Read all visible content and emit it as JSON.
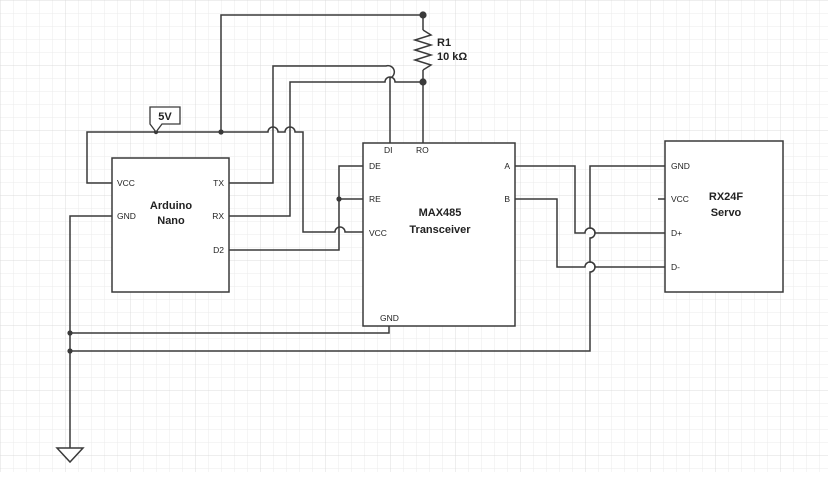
{
  "power_label": "5V",
  "resistor": {
    "ref": "R1",
    "value": "10 kΩ"
  },
  "arduino": {
    "title_line1": "Arduino",
    "title_line2": "Nano",
    "pins": {
      "vcc": "VCC",
      "gnd": "GND",
      "tx": "TX",
      "rx": "RX",
      "d2": "D2"
    }
  },
  "max485": {
    "title_line1": "MAX485",
    "title_line2": "Transceiver",
    "pins": {
      "di": "DI",
      "ro": "RO",
      "de": "DE",
      "re": "RE",
      "vcc": "VCC",
      "gnd": "GND",
      "a": "A",
      "b": "B"
    }
  },
  "servo": {
    "title_line1": "RX24F",
    "title_line2": "Servo",
    "pins": {
      "gnd": "GND",
      "vcc": "VCC",
      "dplus": "D+",
      "dminus": "D-"
    }
  },
  "colors": {
    "wire": "#3a3a3a",
    "grid_minor": "#ebebeb",
    "grid_major": "#dcdcdc",
    "background": "#ffffff"
  }
}
